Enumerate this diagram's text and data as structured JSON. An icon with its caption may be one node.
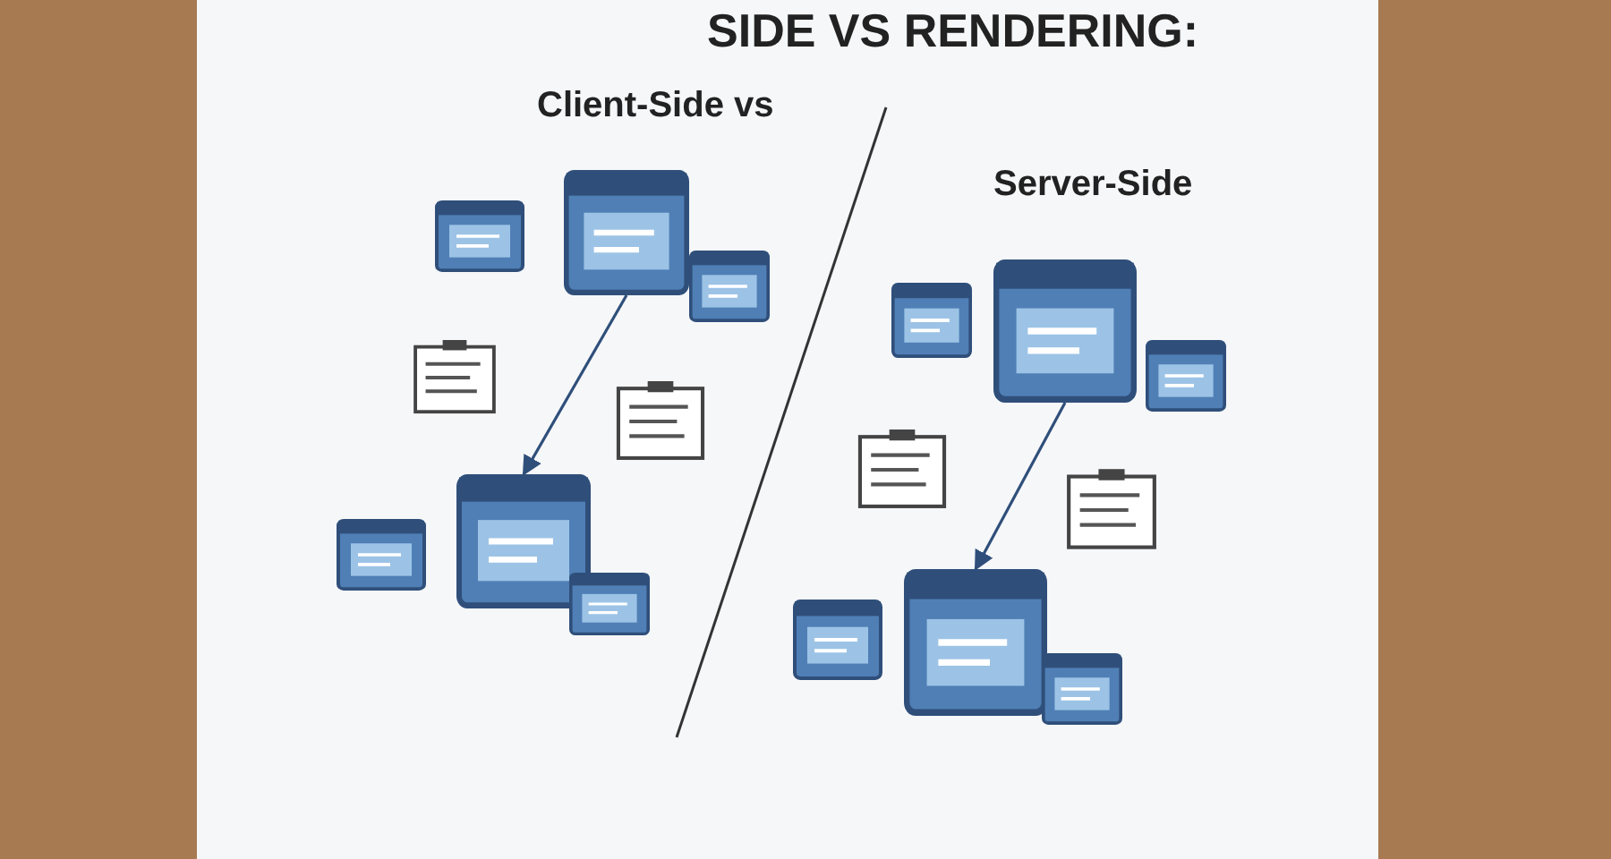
{
  "diagram": {
    "title": "SIDE VS RENDERING:",
    "nodes": [
      {
        "text": [],
        "shape": "picture"
      },
      {
        "text": [],
        "shape": "picture"
      },
      {
        "text": [],
        "shape": "picture"
      },
      {
        "text": [],
        "shape": "picture"
      },
      {
        "text": [],
        "shape": "picture"
      },
      {
        "text": [],
        "shape": "picture"
      },
      {
        "text": [],
        "shape": "picture"
      },
      {
        "text": [],
        "shape": "picture"
      },
      {
        "text": [],
        "shape": "picture"
      },
      {
        "text": [],
        "shape": "picture"
      },
      {
        "text": [],
        "shape": "picture"
      },
      {
        "text": [],
        "shape": "picture"
      },
      {
        "text": [],
        "shape": "picture"
      },
      {
        "text": [],
        "shape": "picture"
      },
      {
        "text": [],
        "shape": "picture"
      },
      {
        "text": [],
        "shape": "picture"
      }
    ],
    "edges": [
      {
        "from": 1,
        "to": 6,
        "arrow": "to"
      },
      {
        "from": 9,
        "to": 14,
        "arrow": "to"
      }
    ],
    "labels": [
      "Client-Side vs",
      "Server-Side"
    ]
  }
}
